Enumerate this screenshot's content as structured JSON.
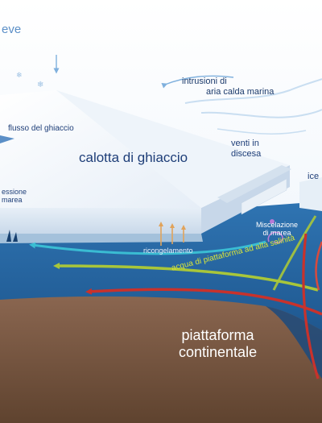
{
  "labels": {
    "snow": "eve",
    "warm_air_intrusions_line1": "intrusioni di",
    "warm_air_intrusions_line2": "aria calda marina",
    "ice_flow": "flusso del ghiaccio",
    "ice_cap": "calotta di ghiaccio",
    "katabatic_line1": "venti in",
    "katabatic_line2": "discesa",
    "sea_ice_partial": "ice",
    "tidal_pressure_line1": "essione",
    "tidal_pressure_line2": "marea",
    "tidal_mixing_line1": "Miscelazione",
    "tidal_mixing_line2": "di marea",
    "refreezing": "ricongelamento",
    "high_salinity_water": "acqua di piattaforma ad alta salinità",
    "shelf_line1": "piattaforma",
    "shelf_line2": "continentale"
  },
  "colors": {
    "ice_top": "#f4f8fc",
    "ice_side": "#dfe9f3",
    "ocean_deep": "#1d5387",
    "ocean_mid": "#2c6ba6",
    "seabed": "#7b5a45",
    "warm_arrow": "#c8322c",
    "green_arrow": "#a8c63a",
    "cyan_arrow": "#3cc6d8",
    "melt_arrow": "#e1a35a",
    "text_dark": "#1e3e78"
  }
}
